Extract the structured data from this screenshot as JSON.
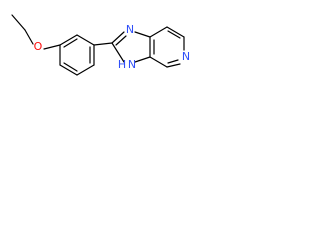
{
  "molecule": {
    "name": "",
    "bond_color": "#000000",
    "atoms": {
      "o1": {
        "symbol": "O",
        "color": "#ff0d0d"
      },
      "n1": {
        "symbol": "N",
        "color": "#3050f8"
      },
      "n2": {
        "symbol": "N",
        "color": "#3050f8"
      },
      "n3": {
        "symbol": "N",
        "color": "#3050f8"
      },
      "h3": {
        "symbol": "H",
        "color": "#3050f8"
      }
    }
  }
}
